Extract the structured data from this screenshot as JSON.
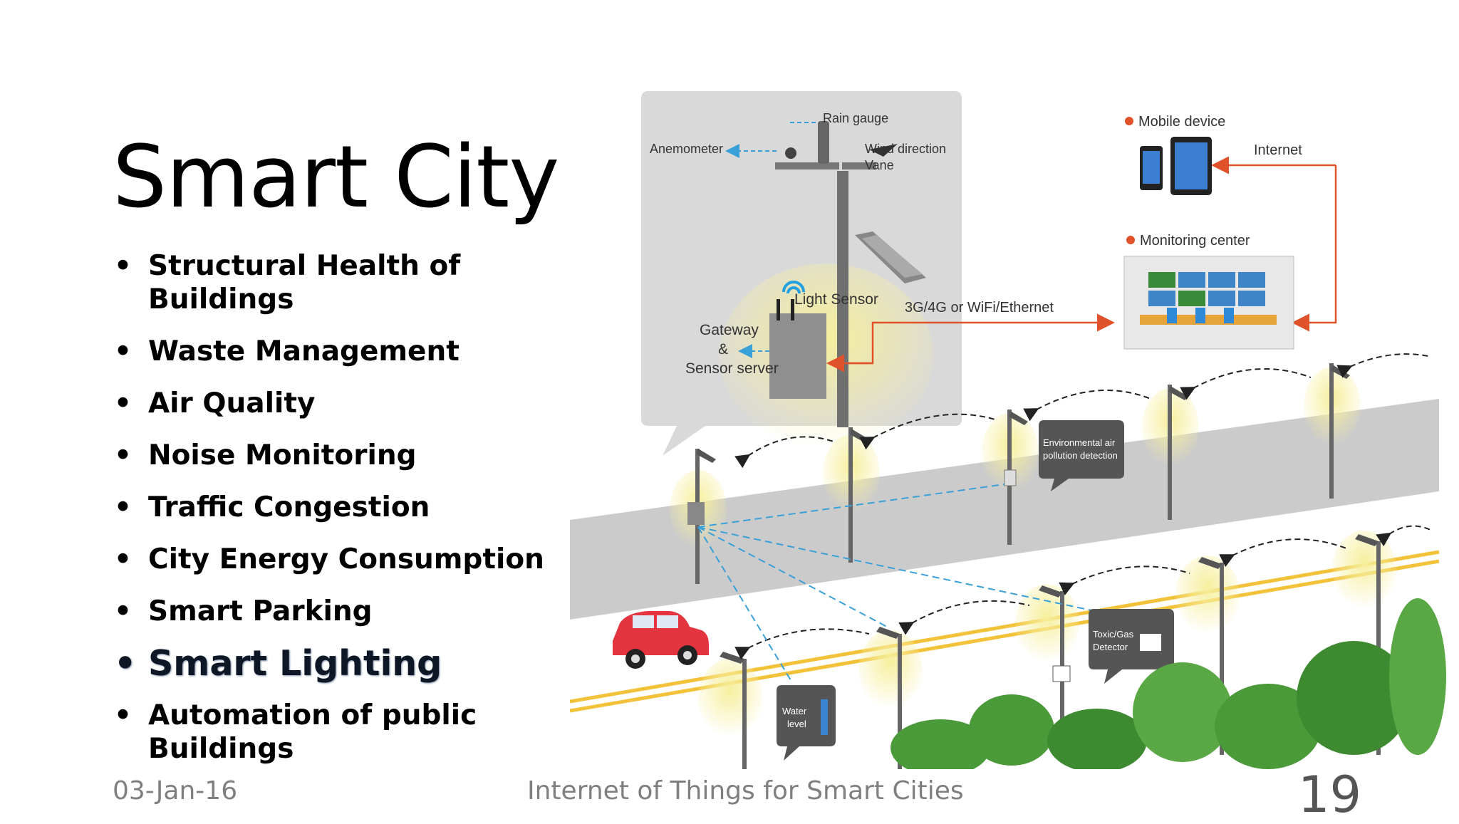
{
  "slide": {
    "title": "Smart City",
    "bullets": [
      "Structural Health of Buildings",
      "Waste Management",
      "Air Quality",
      "Noise Monitoring",
      "Traffic Congestion",
      "City Energy Consumption",
      "Smart Parking",
      "Smart Lighting",
      "Automation of public Buildings"
    ],
    "highlighted_bullet": "Smart Lighting"
  },
  "footer": {
    "date": "03-Jan-16",
    "title": "Internet of Things for Smart Cities",
    "page": "19"
  },
  "diagram": {
    "labels": {
      "rain_gauge": "Rain gauge",
      "anemometer": "Anemometer",
      "wind_vane_1": "Wind direction",
      "wind_vane_2": "Vane",
      "light_sensor": "Light Sensor",
      "gateway_1": "Gateway",
      "gateway_2": "&",
      "gateway_3": "Sensor server",
      "connectivity": "3G/4G or WiFi/Ethernet",
      "mobile_device": "Mobile device",
      "internet": "Internet",
      "monitoring_center": "Monitoring center",
      "env_air_1": "Environmental air",
      "env_air_2": "pollution detection",
      "toxic_1": "Toxic/Gas",
      "toxic_2": "Detector",
      "water_1": "Water",
      "water_2": "level"
    },
    "colors": {
      "accent_arrow": "#e0522a",
      "sensor_link": "#3aa0d8",
      "lamp_glow": "#f4ea9c",
      "road": "#c8c8c8",
      "plants": "#4a9a3a",
      "car": "#e4343f"
    }
  }
}
